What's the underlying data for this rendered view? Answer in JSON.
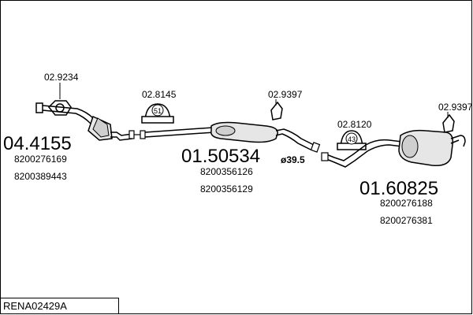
{
  "diagram": {
    "code": "RENA02429A",
    "parts": [
      {
        "number": "04.4155",
        "refs": [
          "8200276169",
          "8200389443"
        ]
      },
      {
        "number": "01.50534",
        "refs": [
          "8200356126",
          "8200356129"
        ],
        "note": "ø39.5"
      },
      {
        "number": "01.60825",
        "refs": [
          "8200276188",
          "8200276381"
        ]
      }
    ],
    "fittings": [
      {
        "number": "02.9234"
      },
      {
        "number": "02.8145",
        "badge": "51"
      },
      {
        "number": "02.9397"
      },
      {
        "number": "02.8120",
        "badge": "43"
      },
      {
        "number": "02.9397"
      }
    ]
  }
}
